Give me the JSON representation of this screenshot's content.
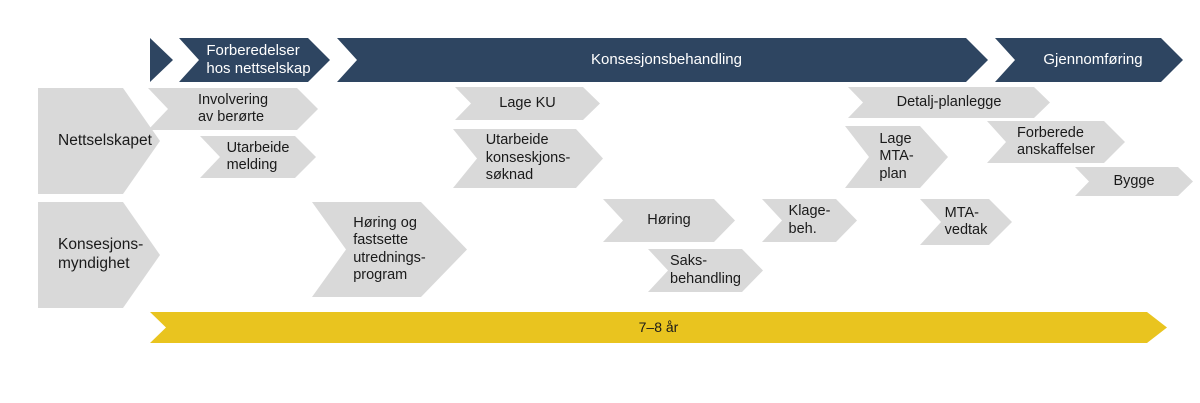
{
  "colors": {
    "navy": "#2e4561",
    "gray": "#d9d9d9",
    "yellow": "#e9c41f",
    "ink": "#1a1a1a",
    "light_text": "#ffffff",
    "background": "#ffffff"
  },
  "phase_bar": {
    "phases": [
      {
        "label": "Forberedelser\nhos nettselskap"
      },
      {
        "label": "Konsesjonsbehandling"
      },
      {
        "label": "Gjennomføring"
      }
    ]
  },
  "rows": [
    {
      "label": "Nettselskapet",
      "tasks": [
        {
          "label": "Involvering\nav berørte"
        },
        {
          "label": "Utarbeide\nmelding"
        },
        {
          "label": "Lage KU"
        },
        {
          "label": "Utarbeide\nkonseskjons-\nsøknad"
        },
        {
          "label": "Detalj-planlegge"
        },
        {
          "label": "Lage\nMTA-\nplan"
        },
        {
          "label": "Forberede\nanskaffelser"
        },
        {
          "label": "Bygge"
        }
      ]
    },
    {
      "label": "Konsesjons-\nmyndighet",
      "tasks": [
        {
          "label": "Høring og\nfastsette\nutrednings-\nprogram"
        },
        {
          "label": "Høring"
        },
        {
          "label": "Saks-\nbehandling"
        },
        {
          "label": "Klage-\nbeh."
        },
        {
          "label": "MTA-\nvedtak"
        }
      ]
    }
  ],
  "timeline": {
    "duration_label": "7–8 år"
  }
}
